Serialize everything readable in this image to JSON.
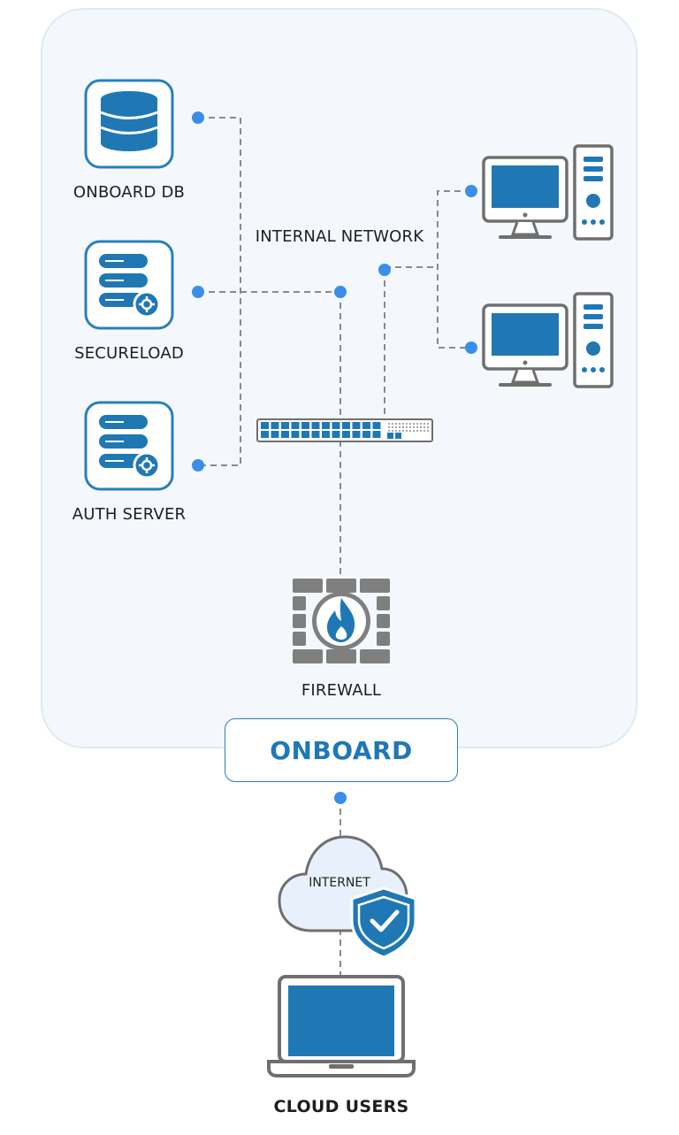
{
  "labels": {
    "onboard_db": "ONBOARD DB",
    "secureload": "SECURELOAD",
    "auth_server": "AUTH SERVER",
    "internal_network": "INTERNAL NETWORK",
    "firewall": "FIREWALL",
    "onboard": "ONBOARD",
    "internet": "INTERNET",
    "cloud_users": "CLOUD USERS"
  },
  "icons": [
    "database-icon",
    "server-gear-icon",
    "server-gear-icon",
    "desktop-computer-icon",
    "desktop-computer-icon",
    "network-switch-icon",
    "firewall-icon",
    "cloud-icon",
    "shield-check-icon",
    "laptop-icon"
  ],
  "colors": {
    "accent_blue": "#1f78b4",
    "node_dot": "#3b8ee8",
    "panel_bg": "#f4f8fc",
    "panel_border": "#dfe9f3",
    "line_gray": "#8a8a8a",
    "brick_gray": "#7f7f7f"
  }
}
